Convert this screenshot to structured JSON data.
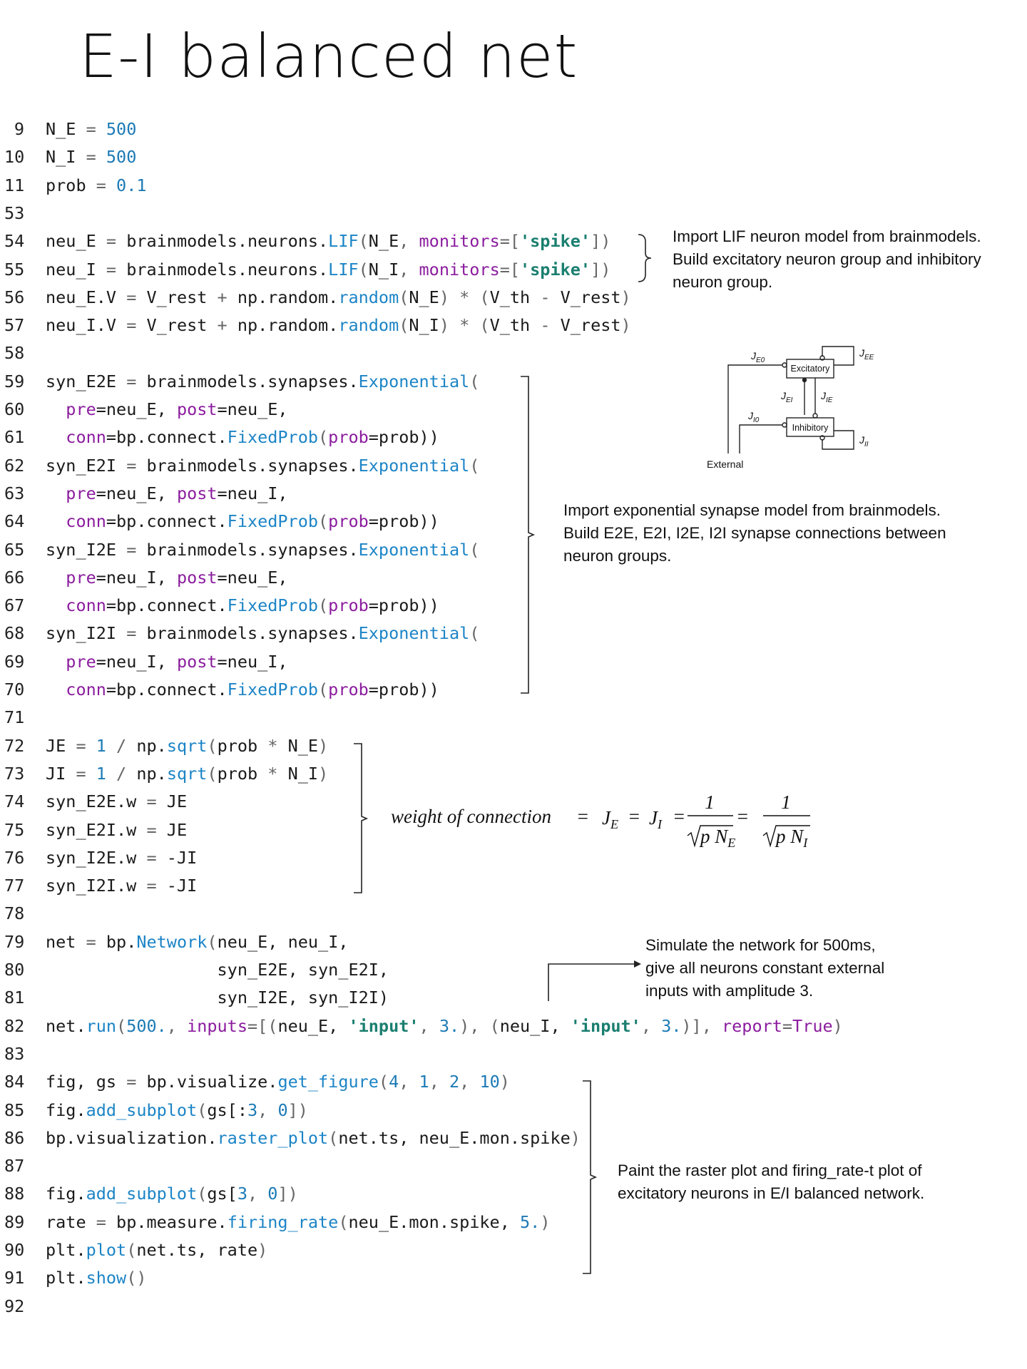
{
  "title": "E-I balanced net",
  "code_lines": [
    {
      "n": "9",
      "tokens": [
        [
          "N_E",
          "n"
        ],
        [
          " = ",
          "op"
        ],
        [
          "500",
          "num"
        ]
      ]
    },
    {
      "n": "10",
      "tokens": [
        [
          "N_I",
          "n"
        ],
        [
          " = ",
          "op"
        ],
        [
          "500",
          "num"
        ]
      ]
    },
    {
      "n": "11",
      "tokens": [
        [
          "prob",
          "n"
        ],
        [
          " = ",
          "op"
        ],
        [
          "0.1",
          "num"
        ]
      ]
    },
    {
      "n": "53",
      "tokens": []
    },
    {
      "n": "54",
      "tokens": [
        [
          "neu_E",
          "n"
        ],
        [
          " = ",
          "op"
        ],
        [
          "brainmodels.neurons.",
          "n"
        ],
        [
          "LIF",
          "fn"
        ],
        [
          "(",
          "op"
        ],
        [
          "N_E",
          "n"
        ],
        [
          ", ",
          "op"
        ],
        [
          "monitors",
          "kw"
        ],
        [
          "=[",
          "op"
        ],
        [
          "'spike'",
          "str"
        ],
        [
          "])",
          "op"
        ]
      ]
    },
    {
      "n": "55",
      "tokens": [
        [
          "neu_I",
          "n"
        ],
        [
          " = ",
          "op"
        ],
        [
          "brainmodels.neurons.",
          "n"
        ],
        [
          "LIF",
          "fn"
        ],
        [
          "(",
          "op"
        ],
        [
          "N_I",
          "n"
        ],
        [
          ", ",
          "op"
        ],
        [
          "monitors",
          "kw"
        ],
        [
          "=[",
          "op"
        ],
        [
          "'spike'",
          "str"
        ],
        [
          "])",
          "op"
        ]
      ]
    },
    {
      "n": "56",
      "tokens": [
        [
          "neu_E.V",
          "n"
        ],
        [
          " = ",
          "op"
        ],
        [
          "V_rest",
          "n"
        ],
        [
          " + ",
          "op"
        ],
        [
          "np.random.",
          "n"
        ],
        [
          "random",
          "fn"
        ],
        [
          "(",
          "op"
        ],
        [
          "N_E",
          "n"
        ],
        [
          ") * (",
          "op"
        ],
        [
          "V_th",
          "n"
        ],
        [
          " - ",
          "op"
        ],
        [
          "V_rest",
          "n"
        ],
        [
          ")",
          "op"
        ]
      ]
    },
    {
      "n": "57",
      "tokens": [
        [
          "neu_I.V",
          "n"
        ],
        [
          " = ",
          "op"
        ],
        [
          "V_rest",
          "n"
        ],
        [
          " + ",
          "op"
        ],
        [
          "np.random.",
          "n"
        ],
        [
          "random",
          "fn"
        ],
        [
          "(",
          "op"
        ],
        [
          "N_I",
          "n"
        ],
        [
          ") * (",
          "op"
        ],
        [
          "V_th",
          "n"
        ],
        [
          " - ",
          "op"
        ],
        [
          "V_rest",
          "n"
        ],
        [
          ")",
          "op"
        ]
      ]
    },
    {
      "n": "58",
      "tokens": []
    },
    {
      "n": "59",
      "tokens": [
        [
          "syn_E2E",
          "n"
        ],
        [
          " = ",
          "op"
        ],
        [
          "brainmodels.synapses.",
          "n"
        ],
        [
          "Exponential",
          "fn"
        ],
        [
          "(",
          "op"
        ]
      ]
    },
    {
      "n": "60",
      "tokens": [
        [
          "  ",
          "n"
        ],
        [
          "pre",
          "kw"
        ],
        [
          "=neu_E, ",
          "n"
        ],
        [
          "post",
          "kw"
        ],
        [
          "=neu_E,",
          "n"
        ]
      ]
    },
    {
      "n": "61",
      "tokens": [
        [
          "  ",
          "n"
        ],
        [
          "conn",
          "kw"
        ],
        [
          "=bp.connect.",
          "n"
        ],
        [
          "FixedProb",
          "fn"
        ],
        [
          "(",
          "op"
        ],
        [
          "prob",
          "kw"
        ],
        [
          "=prob))",
          "n"
        ]
      ]
    },
    {
      "n": "62",
      "tokens": [
        [
          "syn_E2I",
          "n"
        ],
        [
          " = ",
          "op"
        ],
        [
          "brainmodels.synapses.",
          "n"
        ],
        [
          "Exponential",
          "fn"
        ],
        [
          "(",
          "op"
        ]
      ]
    },
    {
      "n": "63",
      "tokens": [
        [
          "  ",
          "n"
        ],
        [
          "pre",
          "kw"
        ],
        [
          "=neu_E, ",
          "n"
        ],
        [
          "post",
          "kw"
        ],
        [
          "=neu_I,",
          "n"
        ]
      ]
    },
    {
      "n": "64",
      "tokens": [
        [
          "  ",
          "n"
        ],
        [
          "conn",
          "kw"
        ],
        [
          "=bp.connect.",
          "n"
        ],
        [
          "FixedProb",
          "fn"
        ],
        [
          "(",
          "op"
        ],
        [
          "prob",
          "kw"
        ],
        [
          "=prob))",
          "n"
        ]
      ]
    },
    {
      "n": "65",
      "tokens": [
        [
          "syn_I2E",
          "n"
        ],
        [
          " = ",
          "op"
        ],
        [
          "brainmodels.synapses.",
          "n"
        ],
        [
          "Exponential",
          "fn"
        ],
        [
          "(",
          "op"
        ]
      ]
    },
    {
      "n": "66",
      "tokens": [
        [
          "  ",
          "n"
        ],
        [
          "pre",
          "kw"
        ],
        [
          "=neu_I, ",
          "n"
        ],
        [
          "post",
          "kw"
        ],
        [
          "=neu_E,",
          "n"
        ]
      ]
    },
    {
      "n": "67",
      "tokens": [
        [
          "  ",
          "n"
        ],
        [
          "conn",
          "kw"
        ],
        [
          "=bp.connect.",
          "n"
        ],
        [
          "FixedProb",
          "fn"
        ],
        [
          "(",
          "op"
        ],
        [
          "prob",
          "kw"
        ],
        [
          "=prob))",
          "n"
        ]
      ]
    },
    {
      "n": "68",
      "tokens": [
        [
          "syn_I2I",
          "n"
        ],
        [
          " = ",
          "op"
        ],
        [
          "brainmodels.synapses.",
          "n"
        ],
        [
          "Exponential",
          "fn"
        ],
        [
          "(",
          "op"
        ]
      ]
    },
    {
      "n": "69",
      "tokens": [
        [
          "  ",
          "n"
        ],
        [
          "pre",
          "kw"
        ],
        [
          "=neu_I, ",
          "n"
        ],
        [
          "post",
          "kw"
        ],
        [
          "=neu_I,",
          "n"
        ]
      ]
    },
    {
      "n": "70",
      "tokens": [
        [
          "  ",
          "n"
        ],
        [
          "conn",
          "kw"
        ],
        [
          "=bp.connect.",
          "n"
        ],
        [
          "FixedProb",
          "fn"
        ],
        [
          "(",
          "op"
        ],
        [
          "prob",
          "kw"
        ],
        [
          "=prob))",
          "n"
        ]
      ]
    },
    {
      "n": "71",
      "tokens": []
    },
    {
      "n": "72",
      "tokens": [
        [
          "JE",
          "n"
        ],
        [
          " = ",
          "op"
        ],
        [
          "1",
          "num"
        ],
        [
          " / ",
          "op"
        ],
        [
          "np.",
          "n"
        ],
        [
          "sqrt",
          "fn"
        ],
        [
          "(",
          "op"
        ],
        [
          "prob",
          "n"
        ],
        [
          " * ",
          "op"
        ],
        [
          "N_E",
          "n"
        ],
        [
          ")",
          "op"
        ]
      ]
    },
    {
      "n": "73",
      "tokens": [
        [
          "JI",
          "n"
        ],
        [
          " = ",
          "op"
        ],
        [
          "1",
          "num"
        ],
        [
          " / ",
          "op"
        ],
        [
          "np.",
          "n"
        ],
        [
          "sqrt",
          "fn"
        ],
        [
          "(",
          "op"
        ],
        [
          "prob",
          "n"
        ],
        [
          " * ",
          "op"
        ],
        [
          "N_I",
          "n"
        ],
        [
          ")",
          "op"
        ]
      ]
    },
    {
      "n": "74",
      "tokens": [
        [
          "syn_E2E.w",
          "n"
        ],
        [
          " = ",
          "op"
        ],
        [
          "JE",
          "n"
        ]
      ]
    },
    {
      "n": "75",
      "tokens": [
        [
          "syn_E2I.w",
          "n"
        ],
        [
          " = ",
          "op"
        ],
        [
          "JE",
          "n"
        ]
      ]
    },
    {
      "n": "76",
      "tokens": [
        [
          "syn_I2E.w",
          "n"
        ],
        [
          " = ",
          "op"
        ],
        [
          "-JI",
          "n"
        ]
      ]
    },
    {
      "n": "77",
      "tokens": [
        [
          "syn_I2I.w",
          "n"
        ],
        [
          " = ",
          "op"
        ],
        [
          "-JI",
          "n"
        ]
      ]
    },
    {
      "n": "78",
      "tokens": []
    },
    {
      "n": "79",
      "tokens": [
        [
          "net",
          "n"
        ],
        [
          " = ",
          "op"
        ],
        [
          "bp.",
          "n"
        ],
        [
          "Network",
          "fn"
        ],
        [
          "(",
          "op"
        ],
        [
          "neu_E, neu_I,",
          "n"
        ]
      ]
    },
    {
      "n": "80",
      "tokens": [
        [
          "                 ",
          "n"
        ],
        [
          "syn_E2E, syn_E2I,",
          "n"
        ]
      ]
    },
    {
      "n": "81",
      "tokens": [
        [
          "                 ",
          "n"
        ],
        [
          "syn_I2E, syn_I2I)",
          "n"
        ]
      ]
    },
    {
      "n": "82",
      "tokens": [
        [
          "net.",
          "n"
        ],
        [
          "run",
          "fn"
        ],
        [
          "(",
          "op"
        ],
        [
          "500.",
          "num"
        ],
        [
          ", ",
          "op"
        ],
        [
          "inputs",
          "kw"
        ],
        [
          "=[(",
          "op"
        ],
        [
          "neu_E, ",
          "n"
        ],
        [
          "'input'",
          "str"
        ],
        [
          ", ",
          "op"
        ],
        [
          "3.",
          "num"
        ],
        [
          "), (",
          "op"
        ],
        [
          "neu_I, ",
          "n"
        ],
        [
          "'input'",
          "str"
        ],
        [
          ", ",
          "op"
        ],
        [
          "3.",
          "num"
        ],
        [
          ")], ",
          "op"
        ],
        [
          "report",
          "kw"
        ],
        [
          "=",
          "op"
        ],
        [
          "True",
          "kw"
        ],
        [
          ")",
          "op"
        ]
      ]
    },
    {
      "n": "83",
      "tokens": []
    },
    {
      "n": "84",
      "tokens": [
        [
          "fig, gs",
          "n"
        ],
        [
          " = ",
          "op"
        ],
        [
          "bp.visualize.",
          "n"
        ],
        [
          "get_figure",
          "fn"
        ],
        [
          "(",
          "op"
        ],
        [
          "4",
          "num"
        ],
        [
          ", ",
          "op"
        ],
        [
          "1",
          "num"
        ],
        [
          ", ",
          "op"
        ],
        [
          "2",
          "num"
        ],
        [
          ", ",
          "op"
        ],
        [
          "10",
          "num"
        ],
        [
          ")",
          "op"
        ]
      ]
    },
    {
      "n": "85",
      "tokens": [
        [
          "fig.",
          "n"
        ],
        [
          "add_subplot",
          "fn"
        ],
        [
          "(",
          "op"
        ],
        [
          "gs[:",
          "n"
        ],
        [
          "3",
          "num"
        ],
        [
          ", ",
          "op"
        ],
        [
          "0",
          "num"
        ],
        [
          "])",
          "op"
        ]
      ]
    },
    {
      "n": "86",
      "tokens": [
        [
          "bp.visualization.",
          "n"
        ],
        [
          "raster_plot",
          "fn"
        ],
        [
          "(",
          "op"
        ],
        [
          "net.ts, neu_E.mon.spike",
          "n"
        ],
        [
          ")",
          "op"
        ]
      ]
    },
    {
      "n": "87",
      "tokens": []
    },
    {
      "n": "88",
      "tokens": [
        [
          "fig.",
          "n"
        ],
        [
          "add_subplot",
          "fn"
        ],
        [
          "(",
          "op"
        ],
        [
          "gs[",
          "n"
        ],
        [
          "3",
          "num"
        ],
        [
          ", ",
          "op"
        ],
        [
          "0",
          "num"
        ],
        [
          "])",
          "op"
        ]
      ]
    },
    {
      "n": "89",
      "tokens": [
        [
          "rate",
          "n"
        ],
        [
          " = ",
          "op"
        ],
        [
          "bp.measure.",
          "n"
        ],
        [
          "firing_rate",
          "fn"
        ],
        [
          "(",
          "op"
        ],
        [
          "neu_E.mon.spike, ",
          "n"
        ],
        [
          "5.",
          "num"
        ],
        [
          ")",
          "op"
        ]
      ]
    },
    {
      "n": "90",
      "tokens": [
        [
          "plt.",
          "n"
        ],
        [
          "plot",
          "fn"
        ],
        [
          "(",
          "op"
        ],
        [
          "net.ts, rate",
          "n"
        ],
        [
          ")",
          "op"
        ]
      ]
    },
    {
      "n": "91",
      "tokens": [
        [
          "plt.",
          "n"
        ],
        [
          "show",
          "fn"
        ],
        [
          "()",
          "op"
        ]
      ]
    },
    {
      "n": "92",
      "tokens": []
    }
  ],
  "notes": {
    "lif": [
      "Import LIF neuron model from brainmodels.",
      "Build excitatory neuron group and inhibitory",
      "neuron group."
    ],
    "synapse": [
      "Import exponential synapse model from brainmodels.",
      "Build E2E, E2I, I2E, I2I synapse connections between",
      "neuron groups."
    ],
    "simulate": [
      "Simulate the network for 500ms,",
      "give all neurons constant external",
      "inputs with amplitude 3."
    ],
    "plot": [
      "Paint the raster plot and firing_rate-t plot of",
      "excitatory neurons in E/I balanced network."
    ]
  },
  "formula": {
    "lhs": "weight of connection",
    "je": "J",
    "je_sub": "E",
    "ji": "J",
    "ji_sub": "I",
    "numerator": "1",
    "p": "p",
    "ne": "N",
    "ne_sub": "E",
    "ni": "N",
    "ni_sub": "I"
  },
  "diagram": {
    "excitatory": "Excitatory",
    "inhibitory": "Inhibitory",
    "external": "External",
    "je0": "J",
    "je0_sub": "E0",
    "jee": "J",
    "jee_sub": "EE",
    "jei": "J",
    "jei_sub": "EI",
    "jie": "J",
    "jie_sub": "IE",
    "ji0": "J",
    "ji0_sub": "I0",
    "jii": "J",
    "jii_sub": "II"
  }
}
